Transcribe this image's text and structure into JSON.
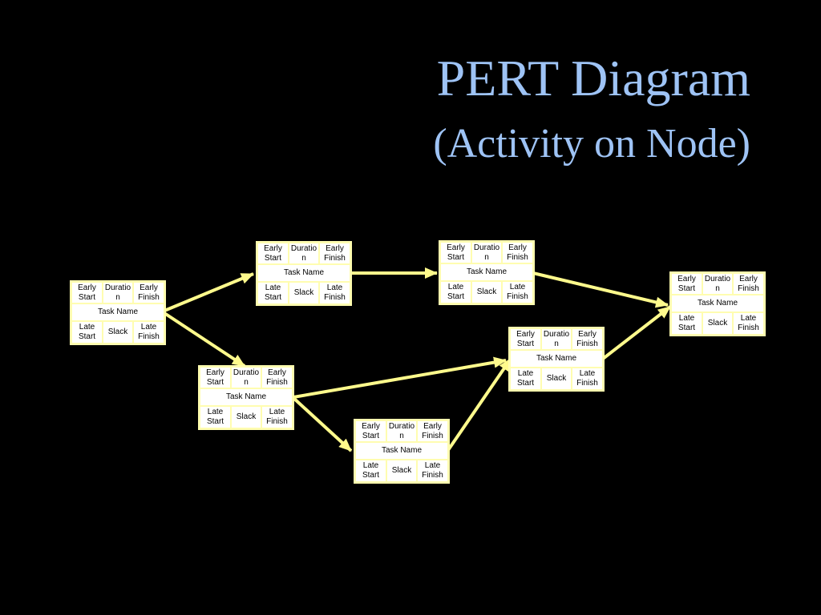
{
  "slide": {
    "title": "PERT Diagram",
    "subtitle": "(Activity on Node)"
  },
  "node_labels": {
    "early_start": "Early\nStart",
    "duration": "Duratio\nn",
    "early_finish": "Early\nFinish",
    "task_name": "Task Name",
    "late_start": "Late\nStart",
    "slack": "Slack",
    "late_finish": "Late\nFinish"
  },
  "colors": {
    "background": "#000000",
    "title": "#9ec3f5",
    "node_border": "#fffdb0",
    "arrow": "#fffa8c"
  },
  "nodes": [
    {
      "id": "n1"
    },
    {
      "id": "n2"
    },
    {
      "id": "n3"
    },
    {
      "id": "n4"
    },
    {
      "id": "n5"
    },
    {
      "id": "n6"
    },
    {
      "id": "n7"
    }
  ],
  "edges": [
    {
      "from": "n1",
      "to": "n2"
    },
    {
      "from": "n1",
      "to": "n4"
    },
    {
      "from": "n2",
      "to": "n3"
    },
    {
      "from": "n3",
      "to": "n7"
    },
    {
      "from": "n4",
      "to": "n6"
    },
    {
      "from": "n4",
      "to": "n5"
    },
    {
      "from": "n5",
      "to": "n6"
    },
    {
      "from": "n6",
      "to": "n7"
    }
  ]
}
